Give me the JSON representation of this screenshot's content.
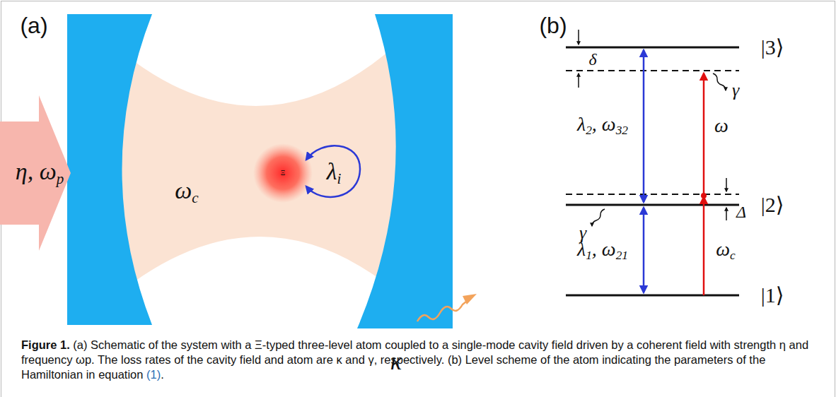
{
  "diagram": {
    "caption": "Figure 1. (a) Schematic of the system with a Ξ-typed three-level atom coupled to a single-mode cavity field driven by a coherent field with strength η and frequency ωp. The loss rates of the cavity field and atom are κ and γ, respectively. (b) Level scheme of the atom indicating the parameters of the Hamiltonian in equation (1).",
    "labels": [
      "(a)",
      "η, ωp",
      "ωc",
      "Ξ",
      "λi",
      "κ",
      "(b)",
      "δ",
      "|3⟩",
      "γ",
      "λ2, ω32",
      "ω",
      "Δ",
      "|2⟩",
      "γ",
      "λ1, ω21",
      "ωc",
      "|1⟩"
    ]
  }
}
